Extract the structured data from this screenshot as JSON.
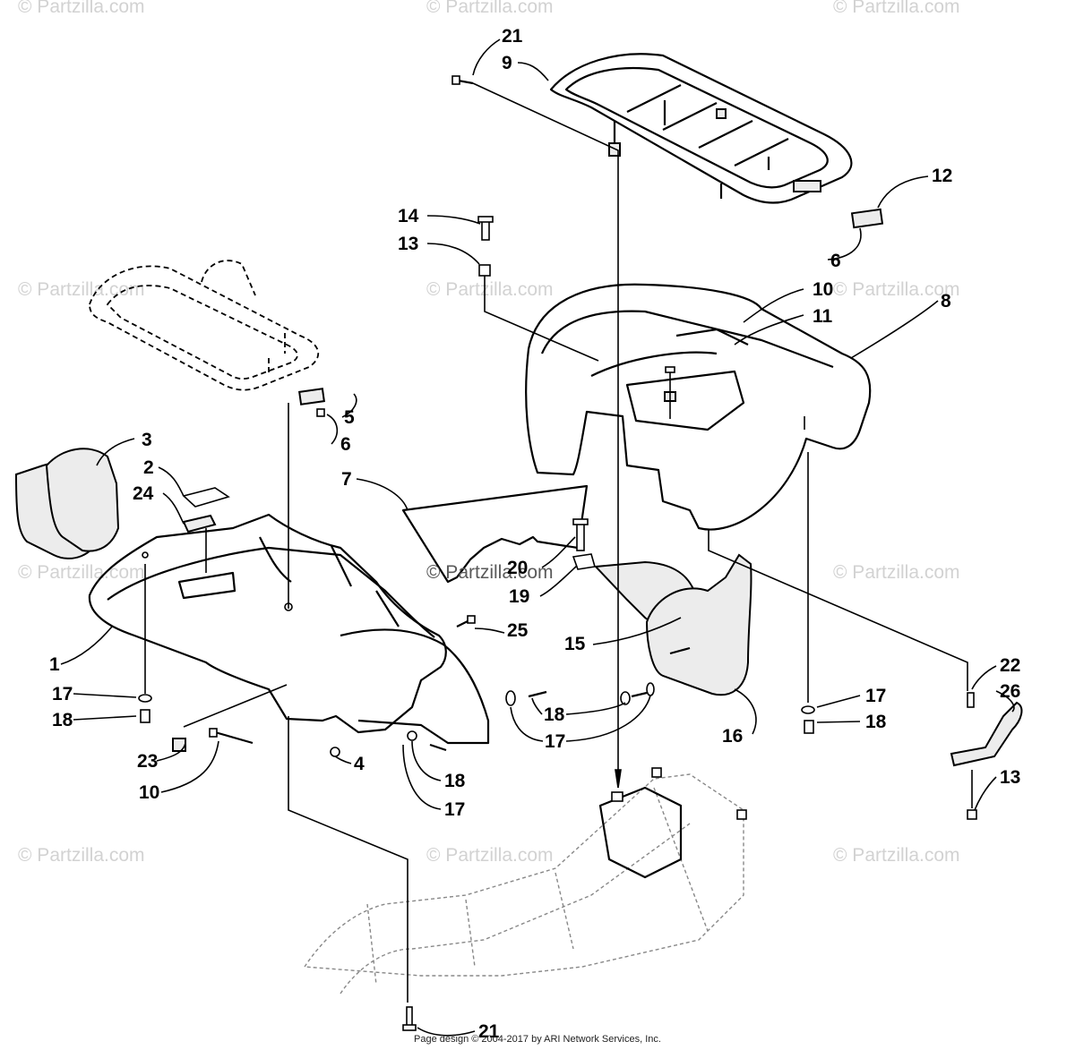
{
  "watermark": "© Partzilla.com",
  "center_watermark": "© Partzilla.com",
  "footer": "Page design © 2004-2017 by ARI Network Services, Inc.",
  "callouts": {
    "c21_top": "21",
    "c9": "9",
    "c12": "12",
    "c6_right": "6",
    "c14": "14",
    "c13_top": "13",
    "c10_top": "10",
    "c11": "11",
    "c8": "8",
    "c5": "5",
    "c6_left": "6",
    "c3": "3",
    "c2": "2",
    "c7": "7",
    "c24": "24",
    "c20": "20",
    "c19": "19",
    "c25": "25",
    "c15": "15",
    "c1": "1",
    "c17_left": "17",
    "c18_left": "18",
    "c23": "23",
    "c10_bottom": "10",
    "c4": "4",
    "c18_mid": "18",
    "c17_mid": "17",
    "c18_low": "18",
    "c17_low": "17",
    "c16": "16",
    "c17_right": "17",
    "c18_right": "18",
    "c22": "22",
    "c26": "26",
    "c13_bottom": "13",
    "c21_bottom": "21"
  }
}
